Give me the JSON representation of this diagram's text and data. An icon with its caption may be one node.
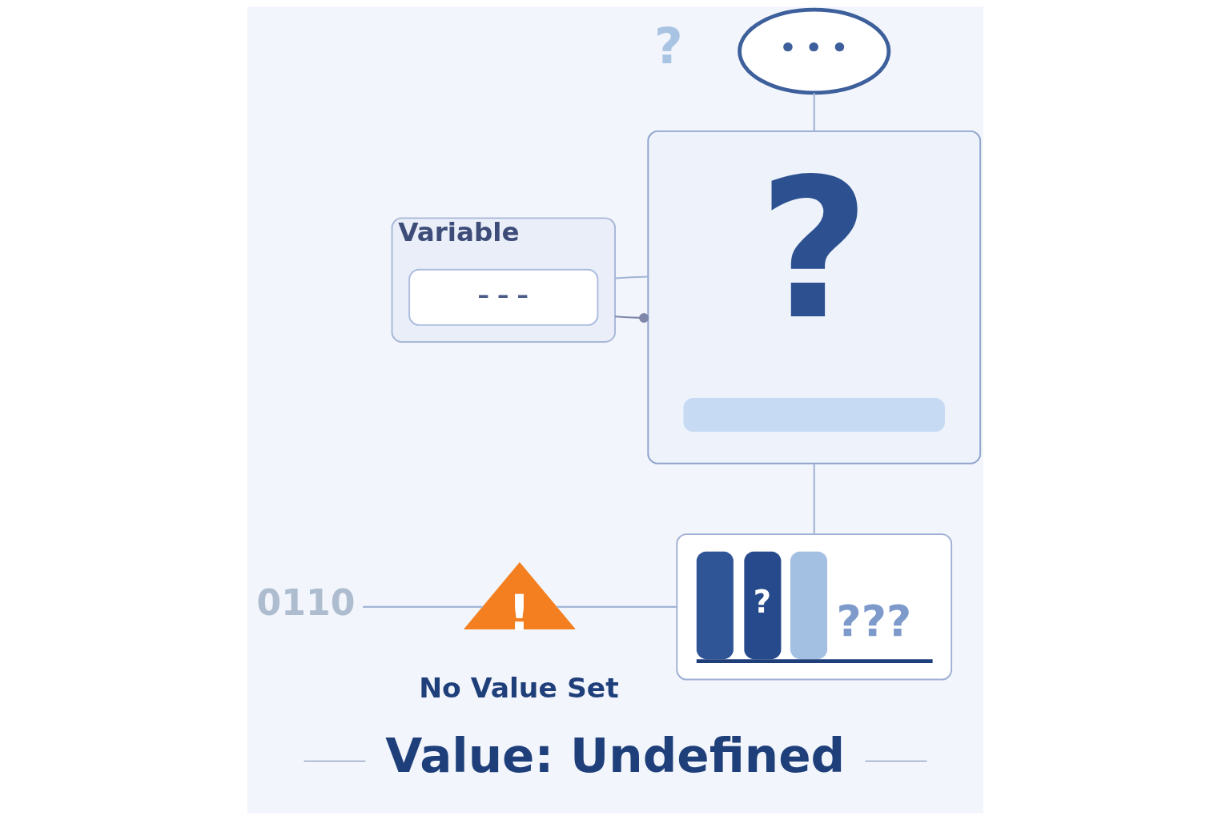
{
  "diagram": {
    "title": "Value: Undefined",
    "nodes": [
      {
        "text": [
          "Variable"
        ]
      },
      {
        "text": [
          "– – –"
        ],
        "in": 0
      },
      {
        "text": [
          "?"
        ]
      },
      {
        "text": [
          "• • •"
        ]
      },
      {
        "text": [
          "?",
          "???"
        ]
      },
      {
        "text": [
          "0110"
        ]
      },
      {
        "text": [
          "!"
        ],
        "beside": [
          "No Value Set"
        ]
      }
    ],
    "edges": [
      {
        "from": 0,
        "to": 2,
        "arrow": "other",
        "color": "#7f88ab"
      },
      {
        "from": 0,
        "to": 2,
        "arrow": "none"
      },
      {
        "from": 3,
        "to": 2,
        "arrow": "none"
      },
      {
        "from": 2,
        "to": 4,
        "arrow": "none"
      },
      {
        "from": 5,
        "to": 6,
        "arrow": "none"
      },
      {
        "from": 6,
        "to": 4,
        "arrow": "none"
      }
    ],
    "labels": [
      "?"
    ]
  }
}
